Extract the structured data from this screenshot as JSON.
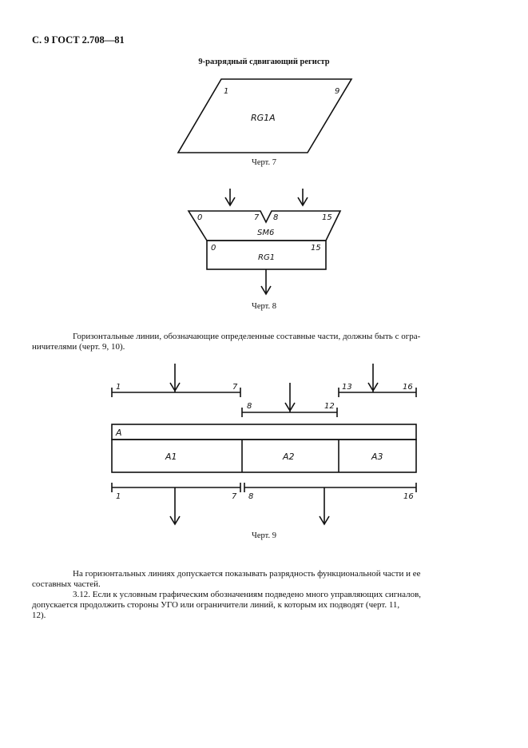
{
  "header": "С. 9 ГОСТ 2.708—81",
  "figure7": {
    "title": "9-разрядный сдвигающий регистр",
    "label_left": "1",
    "label_right": "9",
    "label_center": "RG1A",
    "caption": "Черт. 7"
  },
  "figure8": {
    "top_left": "0",
    "top_mid_left": "7",
    "top_mid_right": "8",
    "top_right": "15",
    "top_center": "SM6",
    "bottom_left": "0",
    "bottom_right": "15",
    "bottom_center": "RG1",
    "caption": "Черт. 8"
  },
  "paragraph1": {
    "line1": "Горизонтальные линии, обозначающие определенные составные части, должны быть с огра-",
    "line2": "ничителями (черт. 9, 10)."
  },
  "figure9": {
    "top_seg1_start": "1",
    "top_seg1_end": "7",
    "top_seg2_start": "8",
    "top_seg2_end": "12",
    "top_seg3_start": "13",
    "top_seg3_end": "16",
    "box_header": "A",
    "cell1": "A1",
    "cell2": "A2",
    "cell3": "A3",
    "bottom_seg1_start": "1",
    "bottom_seg1_end": "7",
    "bottom_seg2_start": "8",
    "bottom_seg2_end": "16",
    "caption": "Черт. 9"
  },
  "paragraph2": {
    "line1": "На горизонтальных линиях допускается показывать разрядность функциональной части и ее",
    "line2": "составных частей."
  },
  "paragraph3": {
    "line1": "3.12. Если к условным графическим обозначениям подведено много управляющих сигналов,",
    "line2": "допускается продолжить стороны УГО или ограничители линий, к которым их подводят (черт. 11,",
    "line3": "12)."
  }
}
